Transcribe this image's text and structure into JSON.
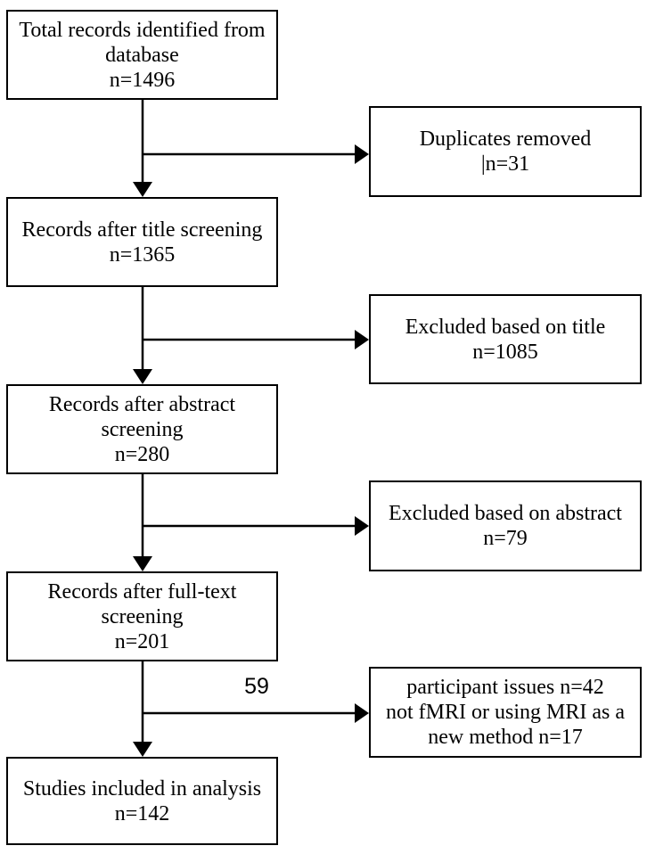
{
  "flowchart": {
    "left_boxes": [
      {
        "id": "total-records",
        "text": "Total records identified from\ndatabase\nn=1496"
      },
      {
        "id": "title-screening",
        "text": "Records after title screening\nn=1365"
      },
      {
        "id": "abstract-screening",
        "text": "Records after abstract\nscreening\nn=280"
      },
      {
        "id": "fulltext-screening",
        "text": "Records after full-text\nscreening\nn=201"
      },
      {
        "id": "included",
        "text": "Studies included in analysis\nn=142"
      }
    ],
    "right_boxes": [
      {
        "id": "duplicates-removed",
        "text": "Duplicates removed\n|n=31"
      },
      {
        "id": "excluded-title",
        "text": "Excluded based on title\nn=1085"
      },
      {
        "id": "excluded-abstract",
        "text": "Excluded based on abstract\nn=79"
      },
      {
        "id": "exclusion-reasons",
        "text": "participant issues n=42\nnot fMRI or using MRI as a\nnew method n=17"
      }
    ],
    "edge_labels": {
      "fulltext_excluded_count": "59"
    },
    "colors": {
      "line": "#000000",
      "box_border": "#000000",
      "text": "#000000",
      "background": "#ffffff"
    }
  }
}
